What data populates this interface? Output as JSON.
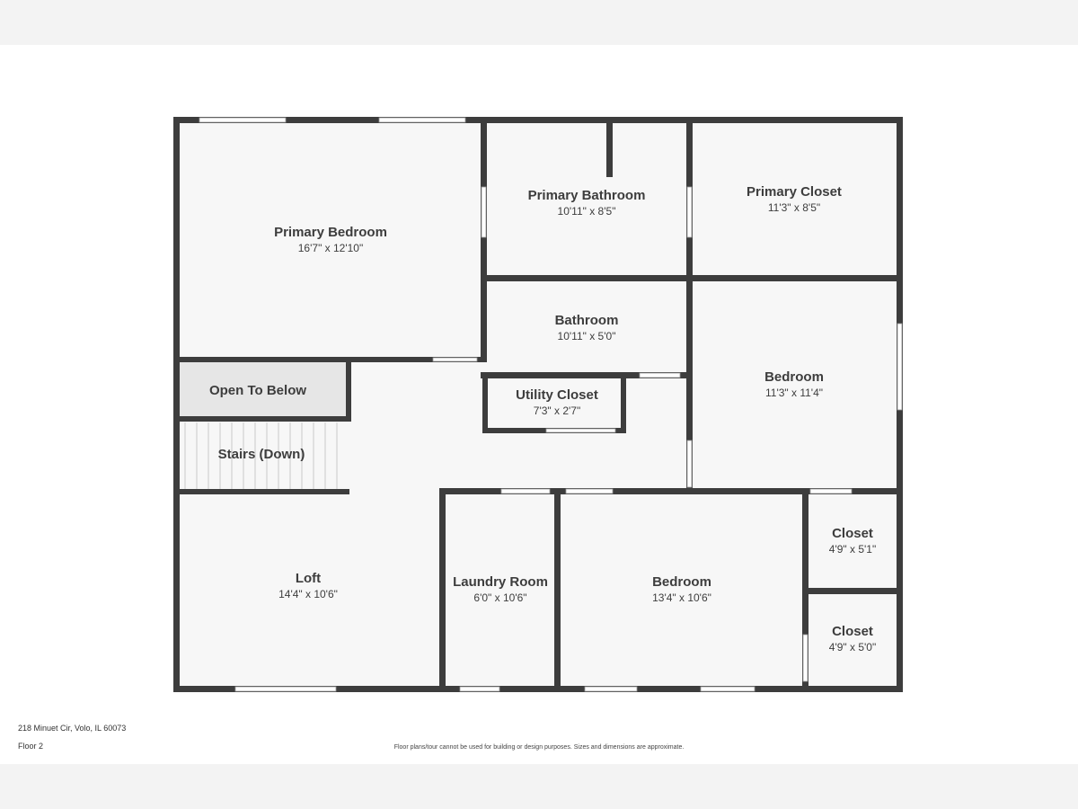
{
  "footer": {
    "address": "218 Minuet Cir, Volo, IL 60073",
    "floor": "Floor 2",
    "disclaimer": "Floor plans/tour cannot be used for building or design purposes. Sizes and dimensions are approximate."
  },
  "rooms": {
    "primary_bedroom": {
      "name": "Primary Bedroom",
      "dim": "16'7\" x 12'10\""
    },
    "primary_bathroom": {
      "name": "Primary Bathroom",
      "dim": "10'11\" x 8'5\""
    },
    "primary_closet": {
      "name": "Primary Closet",
      "dim": "11'3\" x 8'5\""
    },
    "bathroom": {
      "name": "Bathroom",
      "dim": "10'11\" x 5'0\""
    },
    "bedroom_east": {
      "name": "Bedroom",
      "dim": "11'3\" x 11'4\""
    },
    "utility_closet": {
      "name": "Utility Closet",
      "dim": "7'3\" x 2'7\""
    },
    "open_to_below": {
      "name": "Open To Below"
    },
    "stairs": {
      "name": "Stairs (Down)"
    },
    "loft": {
      "name": "Loft",
      "dim": "14'4\" x 10'6\""
    },
    "laundry_room": {
      "name": "Laundry Room",
      "dim": "6'0\" x 10'6\""
    },
    "bedroom_south": {
      "name": "Bedroom",
      "dim": "13'4\" x 10'6\""
    },
    "closet_upper": {
      "name": "Closet",
      "dim": "4'9\" x 5'1\""
    },
    "closet_lower": {
      "name": "Closet",
      "dim": "4'9\" x 5'0\""
    }
  },
  "colors": {
    "wall": "#3d3d3d",
    "floor": "#f7f7f7",
    "shaded": "#e6e6e6",
    "opening": "#ffffff"
  }
}
